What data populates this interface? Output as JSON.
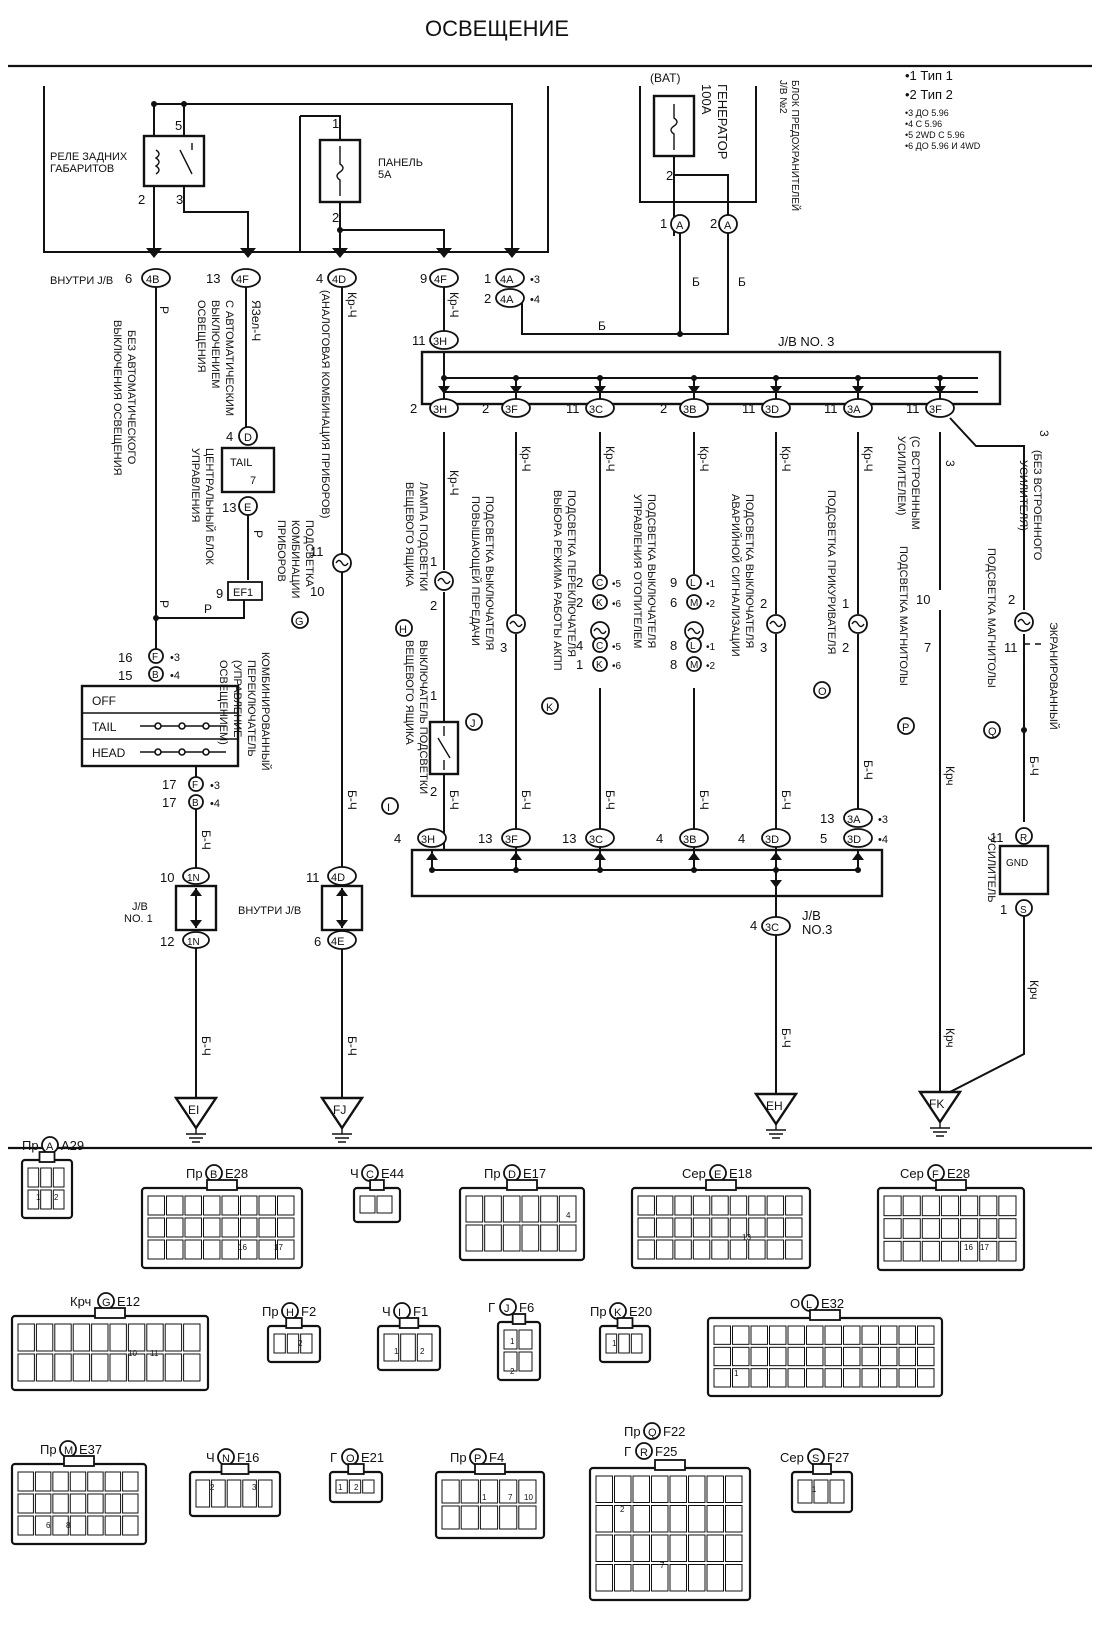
{
  "title": "ОСВЕЩЕНИЕ",
  "legend": {
    "type1": "•1  Тип 1",
    "type2": "•2  Тип 2",
    "n3": "•3 ДО 5.96",
    "n4": "•4 С 5.96",
    "n5": "•5 2WD С 5.96",
    "n6": "•6 ДО 5.96 И 4WD"
  },
  "top": {
    "relay_label_1": "РЕЛЕ ЗАДНИХ",
    "relay_label_2": "ГАБАРИТОВ",
    "relay_pin_top": "5",
    "relay_pin_l": "2",
    "relay_pin_r": "3",
    "panel_pin_top": "1",
    "panel_pin_bot": "2",
    "panel_label_1": "ПАНЕЛЬ",
    "panel_label_2": "5A",
    "bat": "(BAT)",
    "generator_1": "ГЕНЕРАТОР",
    "generator_2": "100A",
    "fuse_block_1": "БЛОК ПРЕДОХРАНИТЕЛЕЙ",
    "fuse_block_2": "J/B №2",
    "gen_pin": "2",
    "inside_jb": "ВНУТРИ J/B",
    "wire_b": "Б"
  },
  "connectors_top": {
    "c1": "6",
    "c1b": "4B",
    "c2": "13",
    "c2b": "4F",
    "c3": "4",
    "c3b": "4D",
    "c4": "9",
    "c4b": "4F",
    "c5": "1",
    "c5b": "4A",
    "c5n": "•3",
    "c6": "2",
    "c6b": "4A",
    "c6n": "•4",
    "a1": "1",
    "a2": "2",
    "aa": "A"
  },
  "left": {
    "no_auto_1": "БЕЗ АВТОМАТИЧЕСКОГО",
    "no_auto_2": "ВЫКЛЮЧЕНИЯ ОСВЕЩЕНИЯ",
    "with_auto_1": "С АВТОМАТИЧЕСКИМ",
    "with_auto_2": "ВЫКЛЮЧЕНИЕМ",
    "with_auto_3": "ОСВЕЩЕНИЯ",
    "wire_r": "Р",
    "wire_yg": "ЯЗел-Ч",
    "central_1": "ЦЕНТРАЛЬНЫЙ БЛОК",
    "central_2": "УПРАВЛЕНИЯ",
    "tail": "TAIL",
    "t7": "7",
    "pin4d": "4",
    "pin13e": "13",
    "d": "D",
    "e": "E",
    "ef1": "EF1",
    "ef_pin": "9",
    "combo_1": "КОМБИНИРОВАННЫЙ",
    "combo_2": "ПЕРЕКЛЮЧАТЕЛЬ",
    "combo_3": "(УПРАВЛЕНИЕ",
    "combo_4": "ОСВЕЩЕНИЕМ)",
    "sw_off": "OFF",
    "sw_tail": "TAIL",
    "sw_head": "HEAD",
    "p16": "16",
    "p15": "15",
    "p17a": "17",
    "p17b": "17",
    "n3": "•3",
    "n4": "•4",
    "f": "F",
    "b": "B",
    "wire_bch": "Б-Ч",
    "jb1_10": "10",
    "jb1_12": "12",
    "n1": "1N",
    "jb1_label_1": "J/B",
    "jb1_label_2": "NO. 1",
    "ground_ei": "EI"
  },
  "mid": {
    "analog_1": "(АНАЛОГОВАЯ КОМБИНАЦИЯ ПРИБОРОВ)",
    "kpch": "Кр-Ч",
    "backlight_1": "ПОДСВЕТКА",
    "backlight_2": "КОМБИНАЦИИ",
    "backlight_3": "ПРИБОРОВ",
    "g": "G",
    "pin11": "11",
    "pin10": "10",
    "inside_jb2": "ВНУТРИ J/B",
    "c11": "11",
    "c4d": "4D",
    "c6": "6",
    "c4e": "4E",
    "ground_fj": "FJ"
  },
  "jb3": {
    "label": "J/B  NO. 3",
    "label2_1": "J/B",
    "label2_2": "NO.3",
    "top_in": "11",
    "top_in_b": "3H",
    "outs": [
      {
        "n": "2",
        "b": "3H"
      },
      {
        "n": "2",
        "b": "3F"
      },
      {
        "n": "11",
        "b": "3C"
      },
      {
        "n": "2",
        "b": "3B"
      },
      {
        "n": "11",
        "b": "3D"
      },
      {
        "n": "11",
        "b": "3A"
      },
      {
        "n": "11",
        "b": "3F"
      }
    ],
    "ins": [
      {
        "n": "4",
        "b": "3H"
      },
      {
        "n": "13",
        "b": "3F"
      },
      {
        "n": "13",
        "b": "3C"
      },
      {
        "n": "4",
        "b": "3B"
      },
      {
        "n": "4",
        "b": "3D"
      },
      {
        "n": "13",
        "b": "3A",
        "note": "•3"
      },
      {
        "n": "5",
        "b": "3D",
        "note": "•4"
      }
    ],
    "bottom_out_n": "4",
    "bottom_out_b": "3C",
    "ground_eh": "EH"
  },
  "branches": {
    "wire_krch": "Кр-Ч",
    "wire_bch": "Б-Ч",
    "wire_krch2": "Крч",
    "glovebox_lamp_1": "ЛАМПА ПОДСВЕТКИ",
    "glovebox_lamp_2": "ВЕЩЕВОГО ЯЩИКА",
    "h": "H",
    "glovebox_sw_1": "ВЫКЛЮЧАТЕЛЬ ПОДСВЕТКИ",
    "glovebox_sw_2": "ВЕЩЕВОГО ЯЩИКА",
    "i": "I",
    "lamp_pin1": "1",
    "lamp_pin2": "2",
    "sw_pin1": "1",
    "sw_pin2": "2",
    "overdrive_1": "ПОДСВЕТКА ВЫКЛЮЧАТЕЛЯ",
    "overdrive_2": "ПОВЫШАЮЩЕЙ ПЕРЕДАЧИ",
    "j": "J",
    "od_pin": "3",
    "akpp_1": "ПОДСВЕТКА ПЕРЕКЛЮЧАТЕЛЯ",
    "akpp_2": "ВЫБОРА РЕЖИМА РАБОТЫ АКПП",
    "k": "K",
    "heater_1": "ПОДСВЕТКА ВЫКЛЮЧАТЕЛЯ",
    "heater_2": "УПРАВЛЕНИЯ ОТОПИТЕЛЕМ",
    "hazard_1": "ПОДСВЕТКА ВЫКЛЮЧАТЕЛЯ",
    "hazard_2": "АВАРИЙНОЙ СИГНАЛИЗАЦИИ",
    "hz_pin2": "2",
    "hz_pin3": "3",
    "cig_1": "ПОДСВЕТКА ПРИКУРИВАТЕЛЯ",
    "o": "O",
    "cig_pin1": "1",
    "cig_pin2": "2",
    "radio_1": "(С ВСТРОЕННЫМ",
    "radio_2": "УСИЛИТЕЛЕМ)",
    "radio_3": "ПОДСВЕТКА МАГНИТОЛЫ",
    "p": "P",
    "r_pin10": "10",
    "r_pin7": "7",
    "radio_no_1": "(БЕЗ ВСТРОЕННОГО",
    "radio_no_2": "УСИЛИТЕЛЯ)",
    "radio_no_3": "ПОДСВЕТКА МАГНИТОЛЫ",
    "q": "Q",
    "rq_pin2": "2",
    "rq_pin11": "11",
    "wire3a": "3",
    "wire3b": "3",
    "shielded": "ЭКРАНИРОВАННЫЙ",
    "amp_label": "УСИЛИТЕЛЬ",
    "amp_pin11": "11",
    "amp_pin1": "1",
    "r": "R",
    "s": "S",
    "gnd": "GND",
    "ground_fk": "FK"
  },
  "akpp_pins": [
    {
      "n": "2",
      "c": "C",
      "note": "•5"
    },
    {
      "n": "2",
      "c": "K",
      "note": "•6"
    },
    {
      "n": "4",
      "c": "C",
      "note": "•5"
    },
    {
      "n": "1",
      "c": "K",
      "note": "•6"
    }
  ],
  "heater_pins": [
    {
      "n": "9",
      "c": "L",
      "note": "•1"
    },
    {
      "n": "6",
      "c": "M",
      "note": "•2"
    },
    {
      "n": "8",
      "c": "L",
      "note": "•1"
    },
    {
      "n": "8",
      "c": "M",
      "note": "•2"
    }
  ],
  "connector_views": [
    {
      "color": "Пр",
      "letter": "A",
      "code": "A29"
    },
    {
      "color": "Пр",
      "letter": "B",
      "code": "E28"
    },
    {
      "color": "Ч",
      "letter": "C",
      "code": "E44"
    },
    {
      "color": "Пр",
      "letter": "D",
      "code": "E17"
    },
    {
      "color": "Сер",
      "letter": "E",
      "code": "E18"
    },
    {
      "color": "Сер",
      "letter": "F",
      "code": "E28"
    },
    {
      "color": "Крч",
      "letter": "G",
      "code": "E12"
    },
    {
      "color": "Пр",
      "letter": "H",
      "code": "F2"
    },
    {
      "color": "Ч",
      "letter": "I",
      "code": "F1"
    },
    {
      "color": "Г",
      "letter": "J",
      "code": "F6"
    },
    {
      "color": "Пр",
      "letter": "K",
      "code": "E20"
    },
    {
      "color": "О",
      "letter": "L",
      "code": "E32"
    },
    {
      "color": "Пр",
      "letter": "M",
      "code": "E37"
    },
    {
      "color": "Ч",
      "letter": "N",
      "code": "F16"
    },
    {
      "color": "Г",
      "letter": "O",
      "code": "E21"
    },
    {
      "color": "Пр",
      "letter": "P",
      "code": "F4"
    },
    {
      "color": "Пр",
      "letter": "Q",
      "code": "F22"
    },
    {
      "color": "Г",
      "letter": "R",
      "code": "F25"
    },
    {
      "color": "Сер",
      "letter": "S",
      "code": "F27"
    }
  ],
  "pin_labels": {
    "a_1": "1",
    "a_2": "2",
    "b_16": "16",
    "b_17": "17",
    "d_4": "4",
    "e_13": "13",
    "f_16": "16",
    "f_17": "17",
    "g_10": "10",
    "g_11": "11",
    "h_2": "2",
    "i_1": "1",
    "i_2": "2",
    "j_1": "1",
    "j_2": "2",
    "k_1": "1",
    "l_1": "1",
    "m_6": "6",
    "m_8": "8",
    "n_2": "2",
    "n_3": "3",
    "o_1": "1",
    "o_2": "2",
    "p_1": "1",
    "p_7": "7",
    "p_10": "10",
    "q_2": "2",
    "q_7": "7",
    "s_1": "1"
  }
}
